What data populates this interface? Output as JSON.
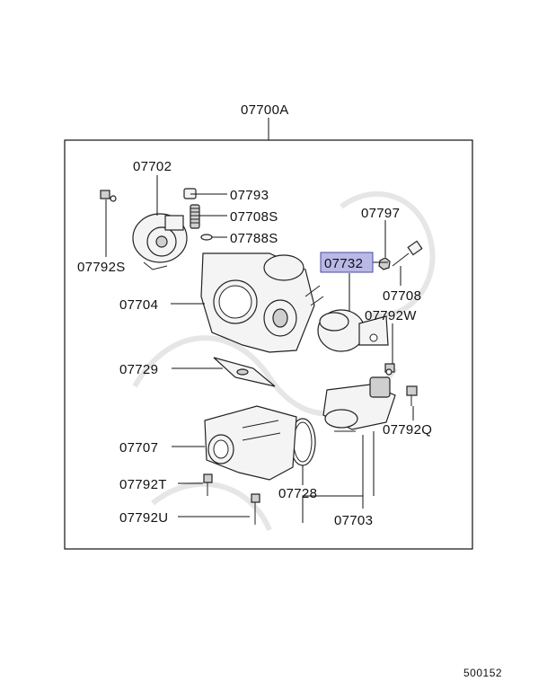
{
  "assembly_label": "07700A",
  "parts": {
    "p07702": "07702",
    "p07793": "07793",
    "p07708S": "07708S",
    "p07788S": "07788S",
    "p07792S": "07792S",
    "p07704": "07704",
    "p07797": "07797",
    "p07732": "07732",
    "p07708": "07708",
    "p07792W": "07792W",
    "p07729": "07729",
    "p07707": "07707",
    "p07792Q": "07792Q",
    "p07792T": "07792T",
    "p07728": "07728",
    "p07792U": "07792U",
    "p07703": "07703"
  },
  "highlight_color": "#b9b9e8",
  "highlight_border": "#4a4a9a",
  "footer_code": "500152"
}
